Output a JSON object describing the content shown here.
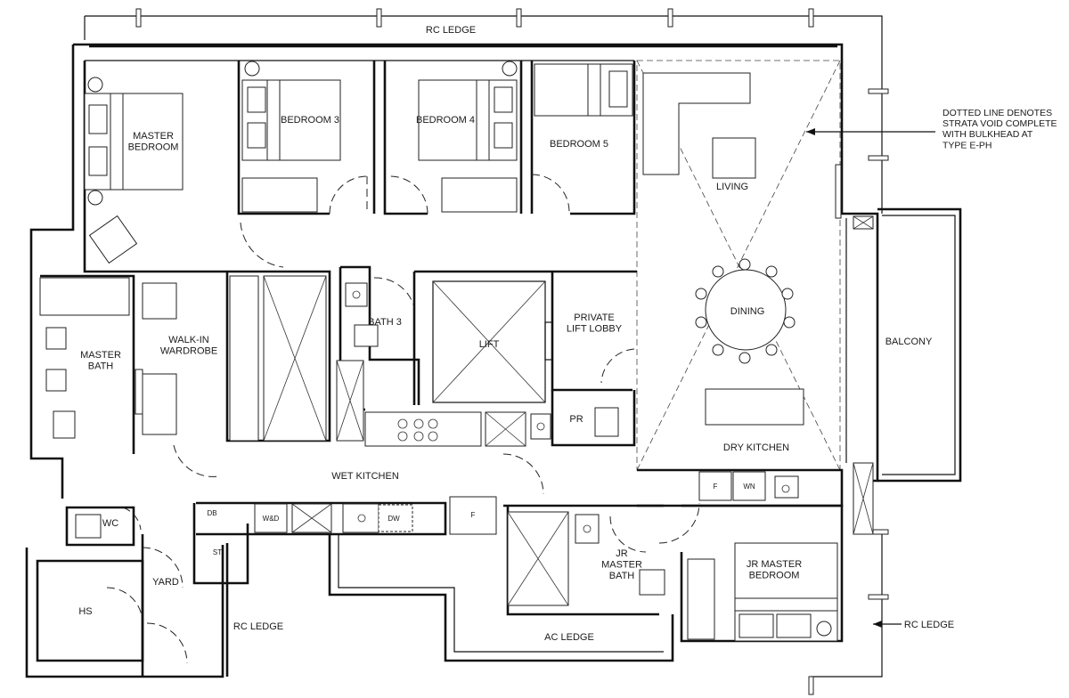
{
  "plan": {
    "rooms": {
      "master_bedroom": "MASTER\nBEDROOM",
      "bedroom3": "BEDROOM 3",
      "bedroom4": "BEDROOM 4",
      "bedroom5": "BEDROOM 5",
      "living": "LIVING",
      "dining": "DINING",
      "balcony": "BALCONY",
      "dry_kitchen": "DRY KITCHEN",
      "private_lift_lobby": "PRIVATE\nLIFT LOBBY",
      "lift": "LIFT",
      "bath3": "BATH 3",
      "pr": "PR",
      "walk_in_wardrobe": "WALK-IN\nWARDROBE",
      "master_bath": "MASTER\nBATH",
      "wet_kitchen": "WET KITCHEN",
      "wc": "WC",
      "yard": "YARD",
      "hs": "HS",
      "st": "ST",
      "db": "DB",
      "wd": "W&D",
      "dw": "DW",
      "f_wet": "F",
      "f_dry": "F",
      "wn": "WN",
      "jr_master_bath": "JR\nMASTER\nBATH",
      "jr_master_bedroom": "JR MASTER\nBEDROOM",
      "ac_ledge": "AC LEDGE",
      "rc_ledge_top": "RC LEDGE",
      "rc_ledge_bottom": "RC LEDGE",
      "rc_ledge_right": "RC LEDGE"
    },
    "note": "DOTTED LINE DENOTES\nSTRATA VOID COMPLETE\nWITH BULKHEAD AT\nTYPE E-PH"
  }
}
